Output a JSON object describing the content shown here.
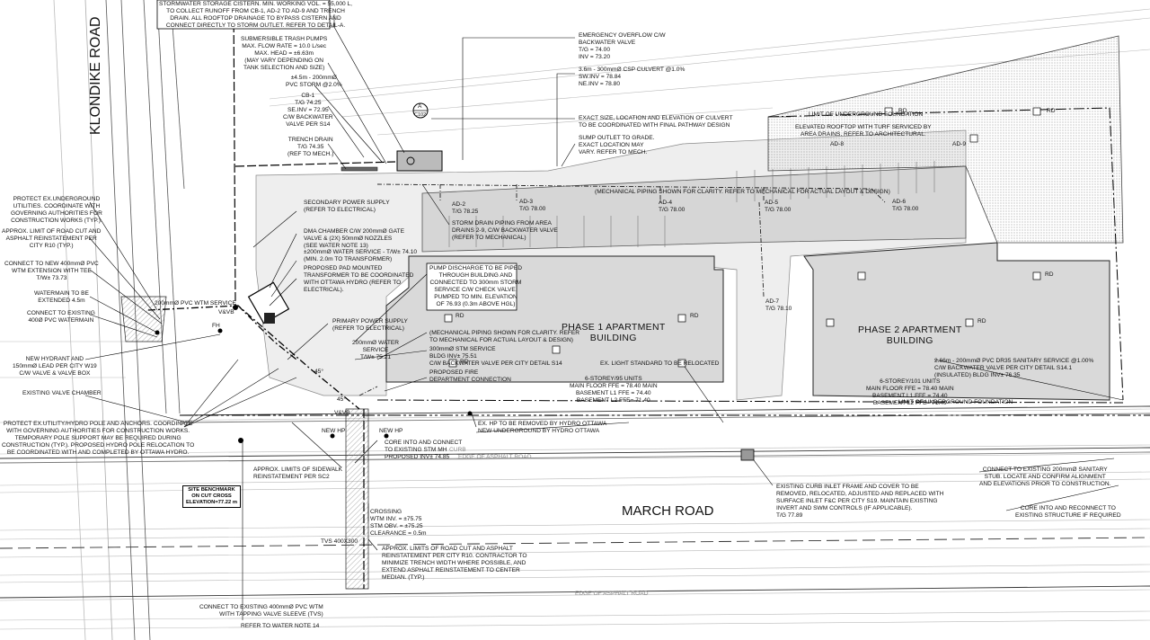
{
  "roads": {
    "klondike": "KLONDIKE ROAD",
    "march": "MARCH ROAD"
  },
  "buildings": {
    "phase1": {
      "title": "PHASE 1 APARTMENT\nBUILDING",
      "details": "6-STOREY/95 UNITS\nMAIN FLOOR FFE = 78.40 MAIN\nBASEMENT L1 FFE = 74.40\nBASEMENT L2 FFE= 71.40"
    },
    "phase2": {
      "title": "PHASE 2 APARTMENT\nBUILDING",
      "details": "6-STOREY/101 UNITS\nMAIN FLOOR FFE = 78.40 MAIN\nBASEMENT L1 FFE = 74.40\nBASEMENT L2 FFE= 71.40"
    }
  },
  "callouts": {
    "stormwater_cistern": "STORMWATER STORAGE CISTERN. MIN. WORKING VOL. = 55,000 L,\nTO COLLECT RUNOFF FROM CB-1, AD-2 TO AD-9 AND TRENCH\nDRAIN. ALL ROOFTOP DRAINAGE TO BYPASS CISTERN AND\nCONNECT DIRECTLY TO STORM OUTLET. REFER TO DETAIL-A.",
    "trash_pumps": "SUBMERSIBLE TRASH PUMPS\nMAX. FLOW RATE = 10.0 L/sec\nMAX. HEAD = ±6.63m\n(MAY VARY DEPENDING ON\nTANK SELECTION AND SIZE)",
    "pvc_storm": "±4.5m - 200mmØ\nPVC STORM @2.0%",
    "cb1": "CB-1\nT/G 74.25\nSE.INV = 72.95\nC/W BACKWATER\nVALVE PER S14",
    "trench_drain": "TRENCH DRAIN\nT/G 74.35\n(REF TO MECH.)",
    "emergency_overflow": "EMERGENCY OVERFLOW C/W\nBACKWATER VALVE\nT/G = 74.00\nINV = 73.20",
    "csp_culvert": "3.6m - 300mmØ CSP CULVERT @1.0%\nSW.INV = 78.84\nNE.INV = 78.80",
    "culvert_size": "EXACT SIZE, LOCATION AND ELEVATION OF CULVERT\nTO BE COORDINATED WITH FINAL PATHWAY DESIGN",
    "sump_outlet": "SUMP OUTLET TO GRADE.\nEXACT LOCATION MAY\nVARY. REFER TO MECH.",
    "underground_foundation_top": "LIMIT OF UNDERGROUND FOUNDATION",
    "elevated_rooftop": "ELEVATED ROOFTOP WITH TURF SERVICED BY\nAREA DRAINS. REFER TO ARCHITECTURAL.",
    "ad8": "AD-8",
    "ad9": "AD-9",
    "mech_piping_top": "(MECHANICAL PIPING SHOWN FOR CLARITY. REFER TO MECHANICAL FOR ACTUAL LAYOUT & DESIGN)",
    "ad2": "AD-2\nT/G 78.25",
    "ad3": "AD-3\nT/G 78.00",
    "ad4": "AD-4\nT/G 78.00",
    "ad5": "AD-5\nT/G 78.00",
    "ad6": "AD-6\nT/G 78.00",
    "ad7": "AD-7\nT/G 78.10",
    "storm_drain_piping": "STORM DRAIN PIPING FROM AREA\nDRAINS 2-9, C/W BACKWATER VALVE\n(REFER TO MECHANICAL)",
    "secondary_power": "SECONDARY POWER SUPPLY\n(REFER TO ELECTRICAL)",
    "dma_chamber": "DMA CHAMBER C/W 200mmØ GATE\nVALVE & (2X) 50mmØ NOZZLES\n(SEE WATER NOTE 13)",
    "water_service_200": "±200mmØ WATER SERVICE - T/W± 74.10\n(MIN. 2.0m TO TRANSFORMER)",
    "pad_transformer": "PROPOSED PAD MOUNTED\nTRANSFORMER TO BE COORDINATED\nWITH OTTAWA HYDRO (REFER TO\nELECTRICAL).",
    "pump_discharge": "PUMP DISCHARGE TO BE PIPED\nTHROUGH BUILDING AND\nCONNECTED TO 300mm STORM\nSERVICE C/W CHECK VALVE.\nPUMPED TO MIN. ELEVATION\nOF 76.93 (0.3m ABOVE HGL)",
    "primary_power": "PRIMARY POWER SUPPLY\n(REFER TO ELECTRICAL)",
    "water_service_bldg": "200mmØ WATER\nSERVICE\nT/W± 75.21",
    "mech_piping_mid": "(MECHANICAL PIPING SHOWN FOR CLARITY. REFER\nTO MECHANICAL FOR ACTUAL LAYOUT & DESIGN)",
    "stm_service": "300mmØ STM SERVICE\nBLDG INV± 75.51\nC/W BACKWATER VALVE PER CITY DETAIL S14",
    "fire_connection": "PROPOSED FIRE\nDEPARTMENT CONNECTION",
    "light_standard": "EX. LIGHT STANDARD TO BE RELOCATED",
    "sanitary_service": "2.66m - 200mmØ PVC DR35 SANITARY SERVICE @1.00%\nC/W BACKWATER VALVE PER CITY DETAIL S14.1\n(INSULATED) BLDG INV± 76.35",
    "underground_foundation_bottom": "LIMIT OF UNDERGROUND FOUNDATION",
    "hp_removed": "EX. HP TO BE REMOVED BY HYDRO OTTAWA",
    "new_underground": "NEW UNDERGROUND BY HYDRO OTTAWA",
    "core_into_stm": "CORE INTO AND CONNECT\nTO EXISTING STM MH\nPROPOSED INV± 74.85",
    "new_hp_1": "NEW HP",
    "new_hp_2": "NEW HP",
    "sidewalk_reinstatement": "APPROX. LIMITS OF SIDEWALK\nREINSTATEMENT PER SC2",
    "crossing": "CROSSING\nWTM INV. = ±75.75\nSTM OBV. = ±75.25\nCLEARANCE = 0.5m",
    "curb_inlet": "EXISTING CURB INLET FRAME AND COVER TO BE\nREMOVED, RELOCATED, ADJUSTED AND REPLACED WITH\nSURFACE INLET F&C PER CITY S19. MAINTAIN EXISTING\nINVERT AND SWM CONTROLS (IF APPLICABLE).\nT/G 77.89",
    "connect_sanitary": "CONNECT TO EXISTING 200mmØ SANITARY\nSTUB. LOCATE AND CONFIRM ALIGNMENT\nAND ELEVATIONS PRIOR TO CONSTRUCTION.",
    "core_reconnect": "CORE INTO AND RECONNECT TO\nEXISTING STRUCTURE IF REQUIRED",
    "road_cut": "APPROX. LIMITS OF ROAD CUT AND ASPHALT\nREINSTATEMENT PER CITY R10. CONTRACTOR TO\nMINIMIZE TRENCH WIDTH WHERE POSSIBLE, AND\nEXTEND ASPHALT REINSTATEMENT TO CENTER\nMEDIAN. (TYP.)",
    "connect_400_wtm": "CONNECT TO EXISTING 400mmØ PVC WTM\nWITH TAPPING VALVE SLEEVE (TVS)",
    "water_note_14": "REFER TO WATER NOTE 14",
    "protect_underground": "PROTECT EX.UNDERGROUND\nUTILITIES. COORDINATE WITH\nGOVERNING AUTHORITIES FOR\nCONSTRUCTION WORKS (TYP.).",
    "road_cut_r10": "APPROX. LIMIT OF ROAD CUT AND\nASPHALT REINSTATEMENT PER\nCITY R10 (TYP.)",
    "new_400_pvc": "CONNECT TO NEW 400mmØ PVC\nWTM EXTENSION WITH TEE\nT/W± 73.73",
    "watermain_extend": "WATERMAIN TO BE\nEXTENDED 4.5m",
    "connect_400_main": "CONNECT TO EXISTING\n400Ø PVC WATERMAIN",
    "new_hydrant": "NEW HYDRANT AND\n150mmØ LEAD PER CITY W19\nC/W VALVE & VALVE BOX",
    "existing_valve_chamber": "EXISTING VALVE CHAMBER",
    "protect_hydro_pole": "PROTECT EX.UTILITY/HYDRO POLE AND ANCHORS. COORDINATE\nWITH GOVERNING AUTHORITIES FOR CONSTRUCTION WORKS.\nTEMPORARY POLE SUPPORT MAY BE REQUIRED DURING\nCONSTRUCTION (TYP.). PROPOSED HYDRO POLE RELOCATION TO\nBE COORDINATED WITH AND COMPLETED BY OTTAWA HYDRO.",
    "site_benchmark": "SITE BENCHMARK\nON CUT CROSS\nELEVATION=77.22 m"
  },
  "labels": {
    "rd": "RD",
    "tvs": "TVS 400X300",
    "wtm_label": "200mmØ PVC WTM SERVICE",
    "angle": "45°",
    "vandvb": "V&VB",
    "fh": "FH",
    "curb": "CURB",
    "edge_asphalt": "EDGE OF ASPHALT ROAD",
    "detail_a": "A",
    "detail_sheet": "C102"
  },
  "colors": {
    "line": "#111111",
    "building_fill": "#d9d9d9",
    "pavement_fill": "#e8e8e8",
    "existing_grey": "#9a9a9a"
  }
}
